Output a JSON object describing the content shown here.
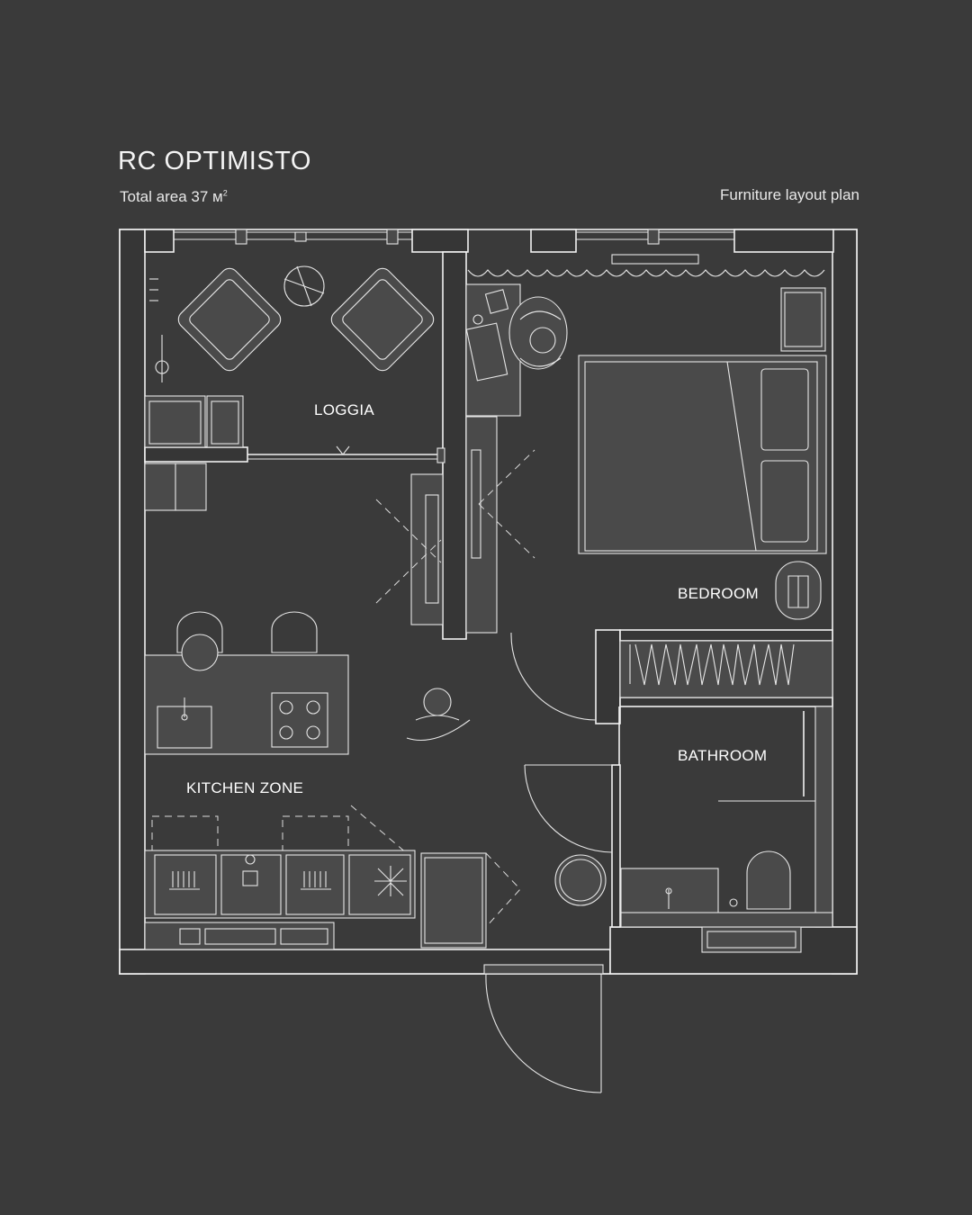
{
  "header": {
    "title": "RC OPTIMISTO",
    "area_label": "Total area 37 м",
    "area_sup": "2",
    "subtitle": "Furniture layout plan"
  },
  "rooms": {
    "loggia": "LOGGIA",
    "bedroom": "BEDROOM",
    "bathroom": "BATHROOM",
    "kitchen": "KITCHEN ZONE"
  },
  "colors": {
    "background": "#3a3a3a",
    "lines": "#f1f1f1",
    "furniture_fill": "#4a4a4a"
  }
}
